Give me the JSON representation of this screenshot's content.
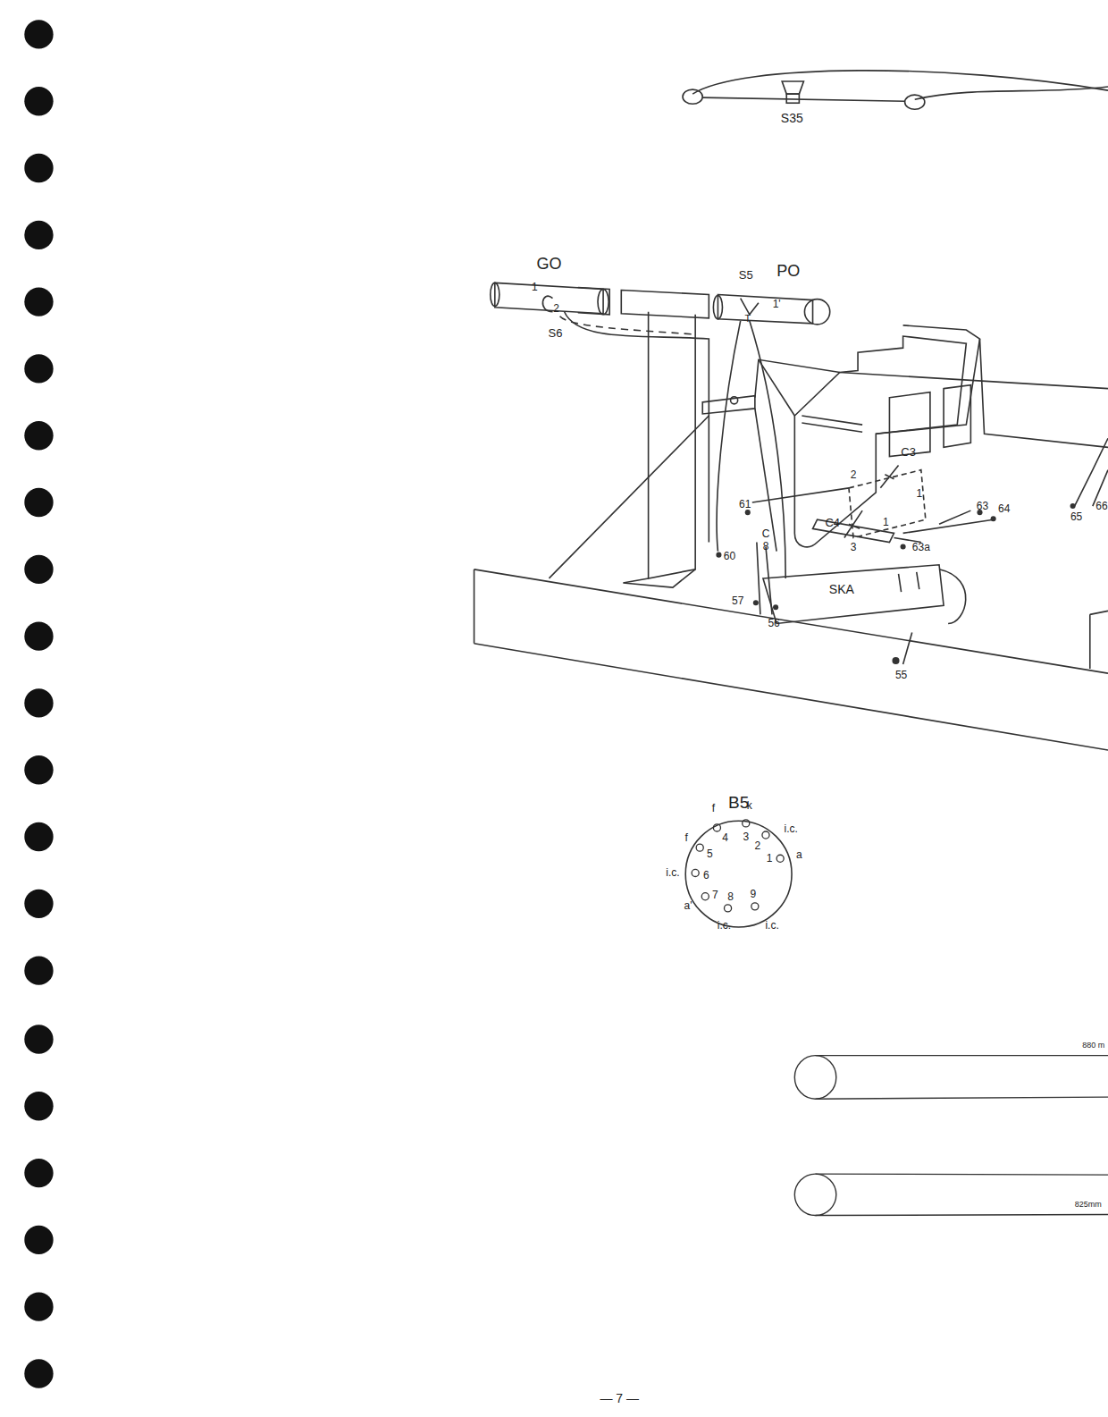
{
  "diagram": {
    "nodes": [
      {
        "text": [
          "B5"
        ]
      }
    ],
    "labels": [
      "S35",
      "GO",
      "PO",
      "S5",
      "S6",
      "1",
      "2",
      "1'",
      "T",
      "C3",
      "2",
      "1",
      "C4",
      "1",
      "3",
      "61",
      "63",
      "64",
      "63a",
      "65",
      "66",
      "60",
      "C",
      "8",
      "57",
      "56",
      "SKA",
      "55",
      "f",
      "k",
      "i.c.",
      "f",
      "4",
      "3",
      "2",
      "1",
      "a",
      "5",
      "i.c.",
      "6",
      "7",
      "8",
      "9",
      "a'",
      "i.c.",
      "i.c.",
      "880 m",
      "825mm",
      "— 7 —"
    ]
  }
}
